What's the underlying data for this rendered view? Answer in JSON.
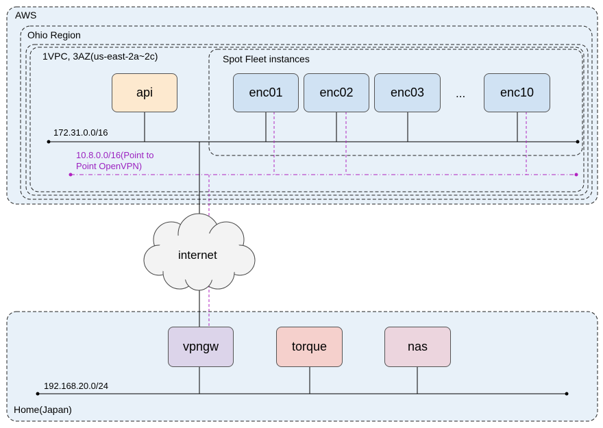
{
  "colors": {
    "zone_fill": "#e8f1f9",
    "zone_border": "#222222",
    "api_fill": "#fde9cf",
    "enc_fill": "#d0e2f3",
    "vpngw_fill": "#dcd4ea",
    "torque_fill": "#f5d0cc",
    "nas_fill": "#ecd5de",
    "vpn_line": "#b122c0",
    "cloud_fill": "#f3f3f3"
  },
  "zones": {
    "aws": "AWS",
    "ohio": "Ohio Region",
    "vpc": "1VPC, 3AZ(us-east-2a~2c)",
    "spot_fleet": "Spot Fleet instances",
    "home": "Home(Japan)"
  },
  "networks": {
    "aws_subnet": "172.31.0.0/16",
    "vpn_line1": "10.8.0.0/16(Point to",
    "vpn_line2": "Point OpenVPN)",
    "home_subnet": "192.168.20.0/24"
  },
  "nodes": {
    "api": "api",
    "enc01": "enc01",
    "enc02": "enc02",
    "enc03": "enc03",
    "ellipsis": "...",
    "enc10": "enc10",
    "internet": "internet",
    "vpngw": "vpngw",
    "torque": "torque",
    "nas": "nas"
  }
}
